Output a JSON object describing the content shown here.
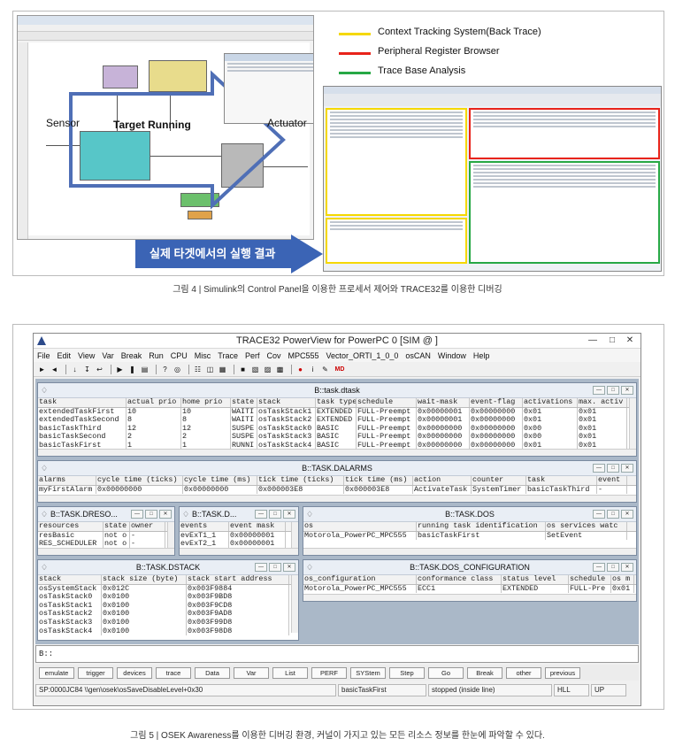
{
  "figure4": {
    "labels": {
      "sensor": "Sensor",
      "target": "Target Running",
      "actuator": "Actuator",
      "arrow": "실제 타겟에서의 실행 결과"
    },
    "legend": [
      {
        "text": "Context Tracking System(Back Trace)",
        "color": "#f5d800"
      },
      {
        "text": "Peripheral Register Browser",
        "color": "#e8231a"
      },
      {
        "text": "Trace Base Analysis",
        "color": "#27a845"
      }
    ],
    "caption": "그림 4 | Simulink의 Control Panel을 이용한 프로세서 제어와 TRACE32를 이용한 디버깅"
  },
  "figure5": {
    "title": "TRACE32 PowerView for PowerPC 0 [SIM @ ]",
    "menu": [
      "File",
      "Edit",
      "View",
      "Var",
      "Break",
      "Run",
      "CPU",
      "Misc",
      "Trace",
      "Perf",
      "Cov",
      "MPC555",
      "Vector_ORTI_1_0_0",
      "osCAN",
      "Window",
      "Help"
    ],
    "windows": {
      "dtask": {
        "title": "B::task.dtask",
        "headers": [
          "task",
          "actual prio",
          "home prio",
          "state",
          "stack",
          "task type",
          "schedule",
          "wait-mask",
          "event-flag",
          "activations",
          "max. activ"
        ],
        "rows": [
          [
            "extendedTaskFirst",
            "10",
            "10",
            "WAITI",
            "osTaskStack1",
            "EXTENDED",
            "FULL-Preempt",
            "0x00000001",
            "0x00000000",
            "0x01",
            "0x01"
          ],
          [
            "extendedTaskSecond",
            "8",
            "8",
            "WAITI",
            "osTaskStack2",
            "EXTENDED",
            "FULL-Preempt",
            "0x00000001",
            "0x00000000",
            "0x01",
            "0x01"
          ],
          [
            "basicTaskThird",
            "12",
            "12",
            "SUSPE",
            "osTaskStack0",
            "BASIC",
            "FULL-Preempt",
            "0x00000000",
            "0x00000000",
            "0x00",
            "0x01"
          ],
          [
            "basicTaskSecond",
            "2",
            "2",
            "SUSPE",
            "osTaskStack3",
            "BASIC",
            "FULL-Preempt",
            "0x00000000",
            "0x00000000",
            "0x00",
            "0x01"
          ],
          [
            "basicTaskFirst",
            "1",
            "1",
            "RUNNI",
            "osTaskStack4",
            "BASIC",
            "FULL-Preempt",
            "0x00000000",
            "0x00000000",
            "0x01",
            "0x01"
          ]
        ]
      },
      "dalarms": {
        "title": "B::TASK.DALARMS",
        "headers": [
          "alarms",
          "cycle time (ticks)",
          "cycle time (ms)",
          "tick time (ticks)",
          "tick time (ms)",
          "action",
          "counter",
          "task",
          "event"
        ],
        "rows": [
          [
            "myFirstAlarm",
            "0x00000000",
            "0x00000000",
            "0x000003E8",
            "0x000003E8",
            "ActivateTask",
            "SystemTimer",
            "basicTaskThird",
            "-"
          ]
        ]
      },
      "dresource": {
        "title": "B::TASK.DRESO...",
        "headers": [
          "resources",
          "state",
          "owner"
        ],
        "rows": [
          [
            "resBasic",
            "not o",
            "-"
          ],
          [
            "RES_SCHEDULER",
            "not o",
            "-"
          ]
        ]
      },
      "devent": {
        "title": "B::TASK.D...",
        "headers": [
          "events",
          "event mask"
        ],
        "rows": [
          [
            "evExT1_1",
            "0x00000001"
          ],
          [
            "evExT2_1",
            "0x00000001"
          ]
        ]
      },
      "dos": {
        "title": "B::TASK.DOS",
        "headers": [
          "os",
          "running task identification",
          "os services watc"
        ],
        "rows": [
          [
            "Motorola_PowerPC_MPC555",
            "basicTaskFirst",
            "SetEvent"
          ]
        ]
      },
      "dstack": {
        "title": "B::TASK.DSTACK",
        "headers": [
          "stack",
          "stack size (byte)",
          "stack start address"
        ],
        "rows": [
          [
            "osSystemStack",
            "0x012C",
            "0x003F9884"
          ],
          [
            "osTaskStack0",
            "0x0100",
            "0x003F9BD8"
          ],
          [
            "osTaskStack1",
            "0x0100",
            "0x003F9CD8"
          ],
          [
            "osTaskStack2",
            "0x0100",
            "0x003F9AD8"
          ],
          [
            "osTaskStack3",
            "0x0100",
            "0x003F99D8"
          ],
          [
            "osTaskStack4",
            "0x0100",
            "0x003F98D8"
          ]
        ]
      },
      "dosconf": {
        "title": "B::TASK.DOS_CONFIGURATION",
        "headers": [
          "os_configuration",
          "conformance class",
          "status level",
          "schedule",
          "os m"
        ],
        "rows": [
          [
            "Motorola_PowerPC_MPC555",
            "ECC1",
            "EXTENDED",
            "FULL-Pre",
            "0x01"
          ]
        ]
      }
    },
    "command": "B::",
    "softkeys": [
      "emulate",
      "trigger",
      "devices",
      "trace",
      "Data",
      "Var",
      "List",
      "PERF",
      "SYStem",
      "Step",
      "Go",
      "Break",
      "other",
      "previous"
    ],
    "status": {
      "address": "SP:0000JC84  \\\\gen\\osek\\osSaveDisableLevel+0x30",
      "task": "basicTaskFirst",
      "state": "stopped (inside line)",
      "mode": "HLL",
      "direction": "UP"
    },
    "caption": "그림 5 | OSEK Awareness를 이용한 디버깅 환경, 커널이 가지고 있는 모든 리소스 정보를 한눈에 파악할 수 있다."
  }
}
